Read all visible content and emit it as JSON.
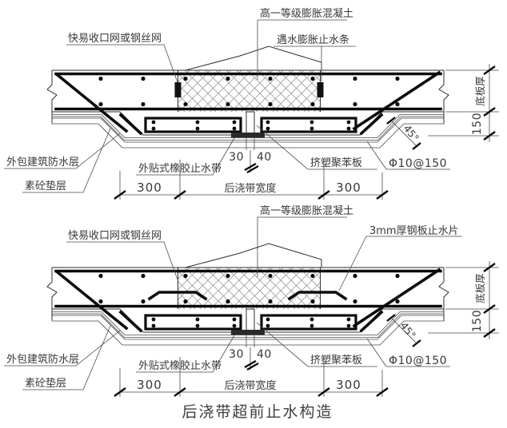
{
  "title": "后浇带超前止水构造",
  "colors": {
    "line": "#1f1f1f",
    "text": "#383838",
    "background": "#ffffff"
  },
  "details": [
    {
      "labels": {
        "mesh": "快易收口网或钢丝网",
        "expansion_concrete": "高一等级膨胀混凝土",
        "joint_waterstop": "遇水膨胀止水条",
        "waterproof_layer": "外包建筑防水层",
        "cushion_layer": "素砼垫层",
        "rubber_waterstop": "外贴式橡胶止水带",
        "xps_board": "挤塑聚苯板",
        "gap_min": "30",
        "gap_max": "40",
        "dim_left": "300",
        "strip_width_label": "后浇带宽度",
        "dim_right": "300",
        "slab_thickness": "底板厚",
        "pad_depth": "150",
        "slope_angle": "45°",
        "slope_rebar": "Φ10@150"
      }
    },
    {
      "labels": {
        "mesh": "快易收口网或钢丝网",
        "expansion_concrete": "高一等级膨胀混凝土",
        "joint_waterstop": "3mm厚钢板止水片",
        "waterproof_layer": "外包建筑防水层",
        "cushion_layer": "素砼垫层",
        "rubber_waterstop": "外贴式橡胶止水带",
        "xps_board": "挤塑聚苯板",
        "gap_min": "30",
        "gap_max": "40",
        "dim_left": "300",
        "strip_width_label": "后浇带宽度",
        "dim_right": "300",
        "slab_thickness": "底板厚",
        "pad_depth": "150",
        "slope_angle": "45°",
        "slope_rebar": "Φ10@150"
      }
    }
  ]
}
